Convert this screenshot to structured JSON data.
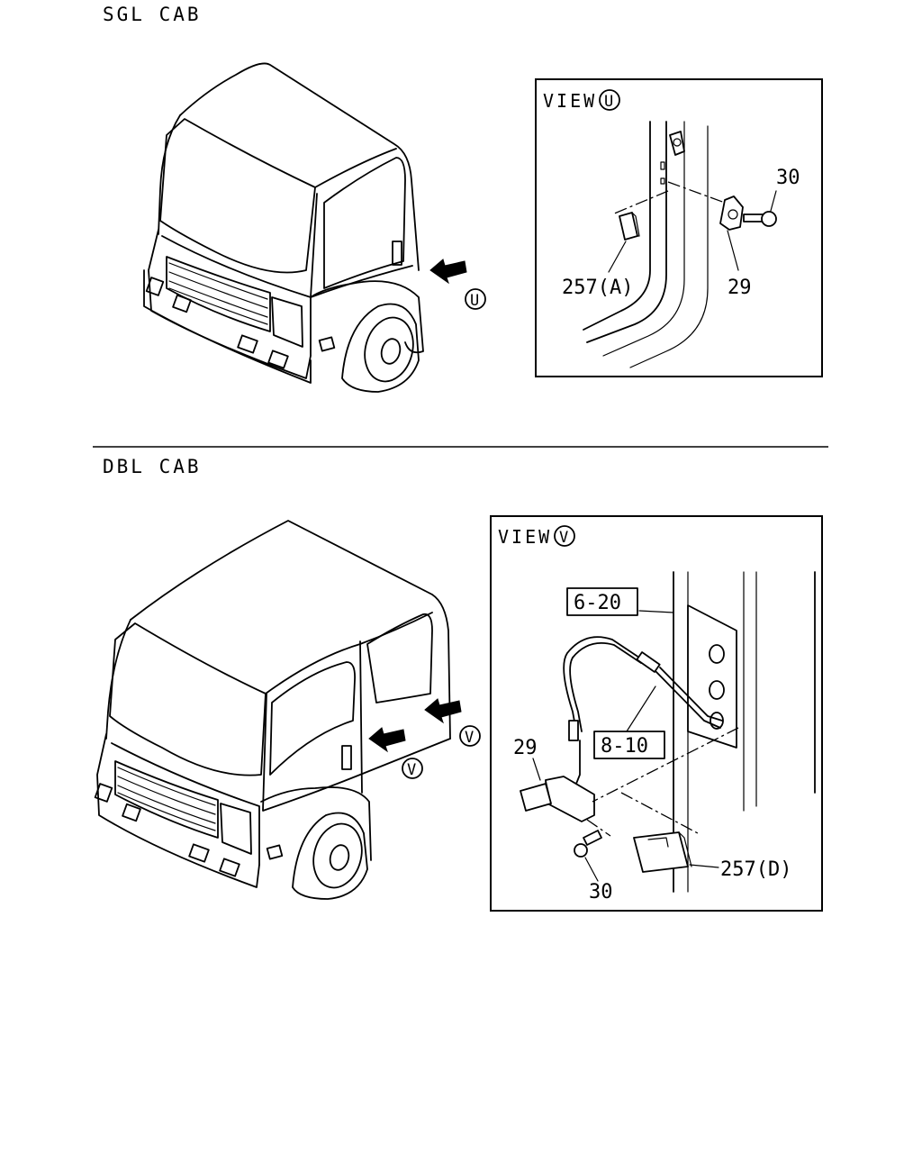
{
  "sections": {
    "sgl": {
      "title": "SGL CAB"
    },
    "dbl": {
      "title": "DBL CAB"
    }
  },
  "view_u": {
    "prefix": "VIEW",
    "letter": "U",
    "callouts": {
      "part_257a": "257(A)",
      "part_29": "29",
      "part_30": "30"
    },
    "arrow_marker": "U"
  },
  "view_v": {
    "prefix": "VIEW",
    "letter": "V",
    "callouts": {
      "part_6_20": "6-20",
      "part_8_10": "8-10",
      "part_29": "29",
      "part_30": "30",
      "part_257d": "257(D)"
    },
    "arrow_marker_1": "V",
    "arrow_marker_2": "V"
  },
  "icons": [
    "view-arrow-icon",
    "circle-letter-marker"
  ]
}
